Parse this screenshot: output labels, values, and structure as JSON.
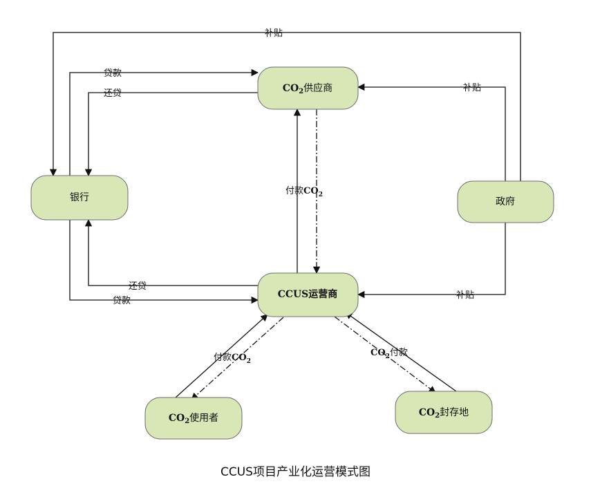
{
  "nodes": {
    "supplier": {
      "co2": "CO",
      "sub": "2",
      "rest": "供应商"
    },
    "bank": {
      "label": "银行"
    },
    "government": {
      "label": "政府"
    },
    "operator": {
      "label": "CCUS运营商"
    },
    "user": {
      "co2": "CO",
      "sub": "2",
      "rest": "使用者"
    },
    "storage": {
      "co2": "CO",
      "sub": "2",
      "rest": "封存地"
    }
  },
  "edges": {
    "gov_bank_subsidy": "补贴",
    "bank_supplier_loan": "贷款",
    "supplier_bank_repay": "还贷",
    "gov_supplier_subsidy": "补贴",
    "gov_operator_subsidy": "补贴",
    "operator_bank_repay": "还贷",
    "bank_operator_loan": "贷款",
    "operator_supplier_pay": "付款",
    "supplier_operator_co2": {
      "co2": "CO",
      "sub": "2"
    },
    "user_operator_pay": "付款",
    "operator_user_co2": {
      "co2": "CO",
      "sub": "2"
    },
    "operator_storage_co2": {
      "co2": "CO",
      "sub": "2"
    },
    "storage_operator_pay": "付款"
  },
  "caption": "CCUS项目产业化运营模式图"
}
